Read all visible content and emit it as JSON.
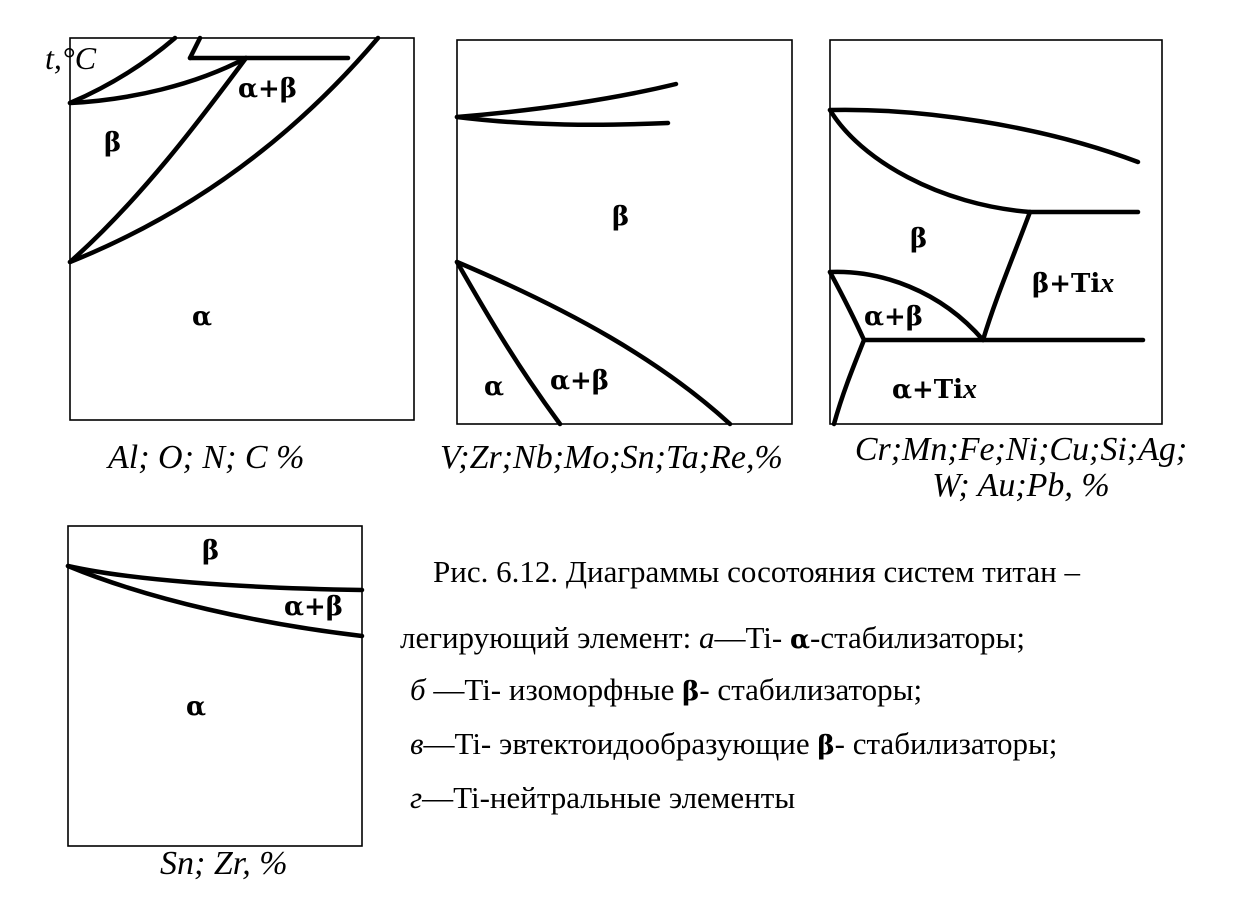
{
  "y_axis_label": "t,°C",
  "panels": {
    "a": {
      "axis_label": "Al; O; N; C %",
      "regions": [
        "β",
        "α+β",
        "α"
      ]
    },
    "b": {
      "axis_label": "V;Zr;Nb;Mo;Sn;Ta;Re,%",
      "regions": [
        "β",
        "α",
        "α+β"
      ]
    },
    "c": {
      "axis_label_line1": "Cr;Mn;Fe;Ni;Cu;Si;Ag;",
      "axis_label_line2": "W; Au;Pb, %",
      "regions": [
        "β",
        "β+Ti",
        "α+β",
        "α+Ti"
      ],
      "compound_sub": "x"
    },
    "d": {
      "axis_label": "Sn; Zr, %",
      "regions": [
        "β",
        "α+β",
        "α"
      ]
    }
  },
  "caption": {
    "line1": "Рис. 6.12. Диаграммы сосотояния систем титан –",
    "line2_pre": "легирующий элемент:",
    "line2_key": "а",
    "line2_dash": "—",
    "line2_ti": "Ti-",
    "line2_greek": "α",
    "line2_post": "-стабилизаторы;",
    "line3_key": "б",
    "line3_dash": "—",
    "line3_ti": "Ti-",
    "line3_mid": "изоморфные",
    "line3_greek": "β",
    "line3_post": "- стабилизаторы;",
    "line4_key": "в",
    "line4_dash": "—",
    "line4_ti": "Ti-",
    "line4_mid": "эвтектоидообразующие",
    "line4_greek": "β",
    "line4_post": "- стабилизаторы;",
    "line5_key": "г",
    "line5_dash": "—",
    "line5_ti": "Ti-",
    "line5_post": "нейтральные элементы"
  }
}
